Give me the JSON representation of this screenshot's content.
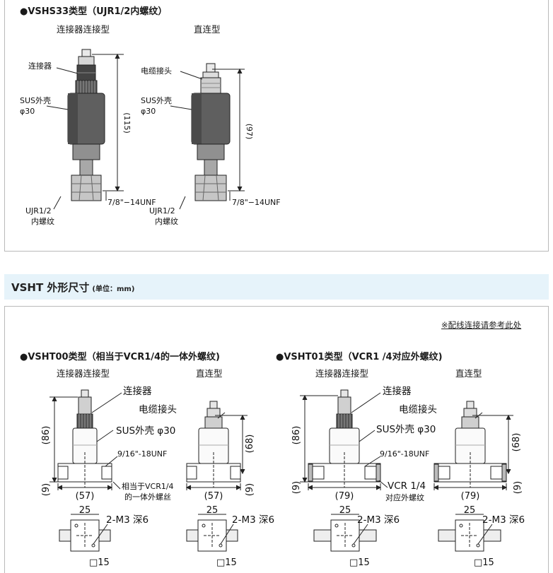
{
  "top": {
    "heading": "●VSHS33类型（UJR1/2内螺纹）",
    "col_left": "连接器连接型",
    "col_right": "直连型",
    "left": {
      "connector": "连接器",
      "housing1": "SUS外壳",
      "housing2": "φ30",
      "dim_height": "(115)",
      "thread": "7/8\"−14UNF",
      "ujr1": "UJR1/2",
      "ujr2": "内螺纹"
    },
    "right": {
      "cable": "电缆接头",
      "housing1": "SUS外壳",
      "housing2": "φ30",
      "dim_height": "(97)",
      "thread": "7/8\"−14UNF",
      "ujr1": "UJR1/2",
      "ujr2": "内螺纹"
    }
  },
  "section": {
    "title": "VSHT 外形尺寸",
    "unit": "(单位：mm)"
  },
  "bottom": {
    "note": "※配线连接请参考此处",
    "vsht00": {
      "heading": "●VSHT00类型（相当于VCR1/4的一体外螺纹)",
      "col_left": "连接器连接型",
      "col_right": "直连型",
      "connector": "连接器",
      "cable": "电缆接头",
      "housing": "SUS外壳 φ30",
      "thread": "9/16\"-18UNF",
      "dim_86": "(86)",
      "dim_68": "(68)",
      "dim_9": "(9)",
      "dim_57": "(57)",
      "vcr1": "相当于VCR1/4",
      "vcr2": "的一体外螺丝",
      "dim_25": "25",
      "m3": "2-M3 深6",
      "sq15": "□15"
    },
    "vsht01": {
      "heading": "●VSHT01类型（VCR1 /4对应外螺纹)",
      "col_left": "连接器连接型",
      "col_right": "直连型",
      "connector": "连接器",
      "cable": "电缆接头",
      "housing": "SUS外壳 φ30",
      "thread": "9/16\"-18UNF",
      "dim_86": "(86)",
      "dim_68": "(68)",
      "dim_9": "(9)",
      "dim_79": "(79)",
      "vcr1": "VCR 1/4",
      "vcr2": "对应外螺纹",
      "dim_25": "25",
      "m3": "2-M3 深6",
      "sq15": "□15"
    }
  }
}
